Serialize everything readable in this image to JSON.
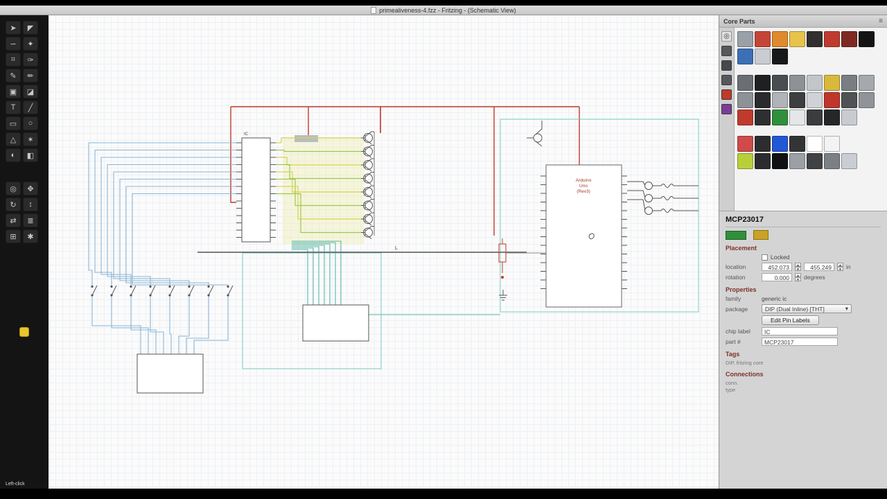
{
  "window": {
    "title": "primealiveness-4.fzz - Fritzing - (Schematic View)"
  },
  "statusbar": {
    "hint": "Left-click"
  },
  "toolbox": {
    "tools_top": [
      {
        "name": "pointer-tool",
        "glyph": "➤"
      },
      {
        "name": "direct-select-tool",
        "glyph": "◤"
      },
      {
        "name": "lasso-tool",
        "glyph": "∽"
      },
      {
        "name": "magic-wand-tool",
        "glyph": "✦"
      },
      {
        "name": "crop-tool",
        "glyph": "⌗"
      },
      {
        "name": "eyedropper-tool",
        "glyph": "✑"
      },
      {
        "name": "pencil-tool",
        "glyph": "✎"
      },
      {
        "name": "brush-tool",
        "glyph": "✏"
      },
      {
        "name": "stamp-tool",
        "glyph": "▣"
      },
      {
        "name": "eraser-tool",
        "glyph": "◪"
      },
      {
        "name": "text-tool",
        "glyph": "T"
      },
      {
        "name": "line-tool",
        "glyph": "╱"
      },
      {
        "name": "rectangle-tool",
        "glyph": "▭"
      },
      {
        "name": "ellipse-tool",
        "glyph": "○"
      },
      {
        "name": "polygon-tool",
        "glyph": "△"
      },
      {
        "name": "star-tool",
        "glyph": "✶"
      },
      {
        "name": "gradient-tool",
        "glyph": "◐"
      },
      {
        "name": "fill-tool",
        "glyph": "◧"
      }
    ],
    "tools_bottom": [
      {
        "name": "zoom-tool",
        "glyph": "◎"
      },
      {
        "name": "hand-tool",
        "glyph": "✥"
      },
      {
        "name": "rotate-tool",
        "glyph": "↻"
      },
      {
        "name": "scale-tool",
        "glyph": "↕"
      },
      {
        "name": "mirror-tool",
        "glyph": "⇄"
      },
      {
        "name": "layers-tool",
        "glyph": "≣"
      },
      {
        "name": "grid-tool",
        "glyph": "⊞"
      },
      {
        "name": "options-tool",
        "glyph": "✱"
      }
    ]
  },
  "parts_bin": {
    "header": "Core Parts",
    "menu_icon": "≡",
    "search_icon": "◎",
    "tabs": [
      "#55595e",
      "#45494e",
      "#55595e",
      "#c0392b",
      "#7d3c98"
    ],
    "groups": [
      [
        [
          "#9aa0a8",
          "#c44536",
          "#e08a2e",
          "#e6c34a",
          "#32302f",
          "#bf3b2f",
          "#7e2a22",
          "#141414"
        ],
        [
          "#3d6fb5",
          "#c9ccd1",
          "#17181a"
        ]
      ],
      [
        [
          "#6b6f73",
          "#1f2022",
          "#4a4d50",
          "#8e9296",
          "#c2c6ca",
          "#d9b93c",
          "#7a7e82",
          "#a5a9ad"
        ],
        [
          "#8e9296",
          "#2a2b2d",
          "#b0b4b8",
          "#3c3e40",
          "#cfd3d7",
          "#c0362c",
          "#505254",
          "#909498"
        ],
        [
          "#c03a2e",
          "#2e2f31",
          "#2f8f3a",
          "#e4e6e8",
          "#3a3c3e",
          "#242628",
          "#c8ccd0"
        ]
      ],
      [
        [
          "#d04a4a",
          "#2c2d2f",
          "#2257d6",
          "#323436",
          "#ffffff",
          "#f2f3f5"
        ],
        [
          "#b9cf3a",
          "#2b2c2e",
          "#101113",
          "#9ba0a5",
          "#3f4143",
          "#7b8085",
          "#caced2"
        ]
      ]
    ]
  },
  "inspector": {
    "title": "MCP23017",
    "placement_label": "Placement",
    "locked_label": "Locked",
    "location_label": "location",
    "location_x": "452.073",
    "location_y": "455.249",
    "location_units": "in",
    "rotation_label": "rotation",
    "rotation_value": "0.000",
    "rotation_units": "degrees",
    "properties_label": "Properties",
    "family_label": "family",
    "family_value": "generic ic",
    "package_label": "package",
    "package_value": "DIP (Dual Inline) [THT]",
    "edit_pins_button": "Edit Pin Labels",
    "chip_label_label": "chip label",
    "chip_label_value": "IC",
    "part_number_label": "part #",
    "part_number_value": "MCP23017",
    "tags_label": "Tags",
    "tags_value": "DIP, fritzing core",
    "connections_label": "Connections",
    "conn_label": "conn.",
    "conn_value": "",
    "type_label": "type",
    "type_value": ""
  },
  "schematic": {
    "ic_label": "IC",
    "net_label": "L",
    "arduino": [
      "Arduino",
      "Uno",
      "(Rev3)"
    ],
    "colors": {
      "red": "#c0392b",
      "blue": "#8ab6d6",
      "teal": "#58b8a8",
      "teal_box": "#79cec2",
      "green": "#9cc84e",
      "yellow": "#d9d24e",
      "dark": "#555555"
    }
  }
}
